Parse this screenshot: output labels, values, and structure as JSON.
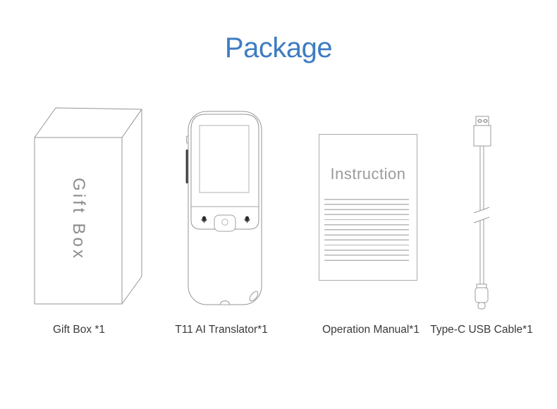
{
  "title": "Package",
  "colors": {
    "accent": "#3e7cc1",
    "outline": "#969696",
    "caption_text": "#3a3a3a",
    "muted_text": "#9b9b9b",
    "box_label_text": "#8c8c8c"
  },
  "items": [
    {
      "id": "gift-box",
      "caption": "Gift Box *1",
      "box_label": "Gift Box"
    },
    {
      "id": "translator",
      "caption": "T11 AI Translator*1"
    },
    {
      "id": "manual",
      "caption": "Operation Manual*1",
      "sheet_title": "Instruction"
    },
    {
      "id": "cable",
      "caption": "Type-C USB Cable*1"
    }
  ]
}
